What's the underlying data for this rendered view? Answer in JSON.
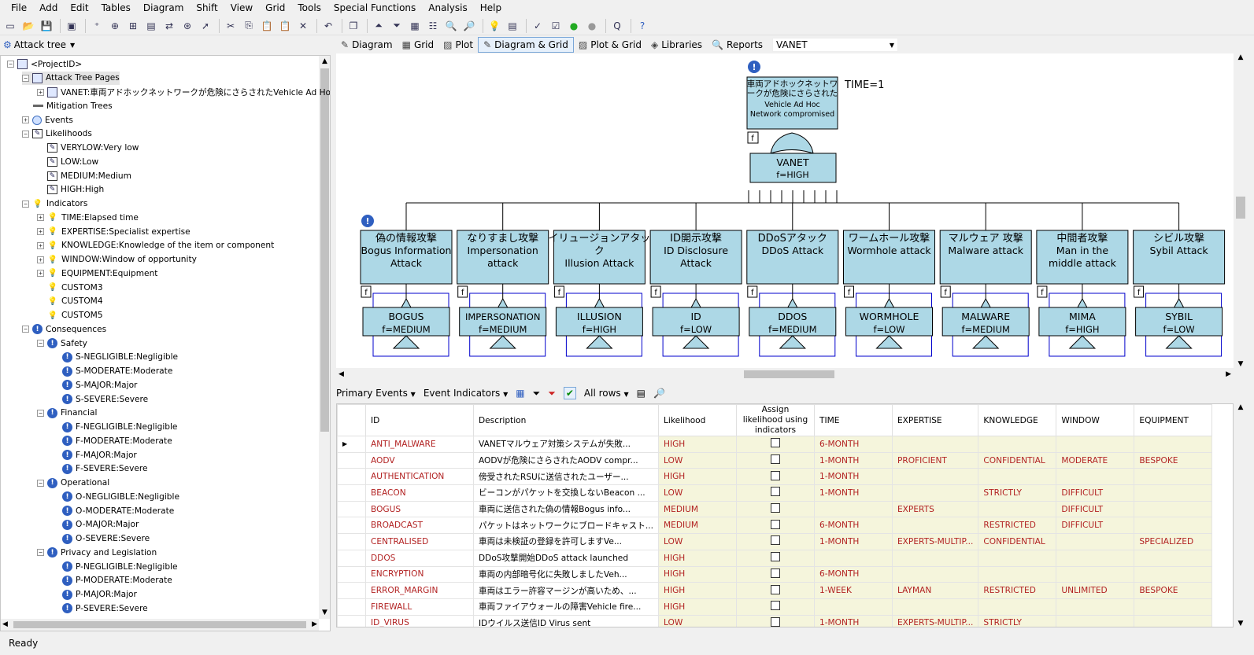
{
  "menu": [
    "File",
    "Add",
    "Edit",
    "Tables",
    "Diagram",
    "Shift",
    "View",
    "Grid",
    "Tools",
    "Special Functions",
    "Analysis",
    "Help"
  ],
  "left_header": {
    "label": "Attack tree"
  },
  "tree": [
    {
      "level": 0,
      "exp": "-",
      "icon": "page",
      "label": "<ProjectID>"
    },
    {
      "level": 1,
      "exp": "-",
      "icon": "page",
      "label": "Attack Tree Pages"
    },
    {
      "level": 2,
      "exp": "+",
      "icon": "page",
      "label": "VANET:車両アドホックネットワークが危険にさらされたVehicle Ad Hoc Network compromised"
    },
    {
      "level": 1,
      "exp": "",
      "icon": "mit",
      "label": "Mitigation Trees"
    },
    {
      "level": 1,
      "exp": "+",
      "icon": "circ",
      "label": "Events"
    },
    {
      "level": 1,
      "exp": "-",
      "icon": "lik",
      "label": "Likelihoods"
    },
    {
      "level": 2,
      "exp": "",
      "icon": "lik",
      "label": "VERYLOW:Very low"
    },
    {
      "level": 2,
      "exp": "",
      "icon": "lik",
      "label": "LOW:Low"
    },
    {
      "level": 2,
      "exp": "",
      "icon": "lik",
      "label": "MEDIUM:Medium"
    },
    {
      "level": 2,
      "exp": "",
      "icon": "lik",
      "label": "HIGH:High"
    },
    {
      "level": 1,
      "exp": "-",
      "icon": "bulb",
      "label": "Indicators"
    },
    {
      "level": 2,
      "exp": "+",
      "icon": "bulb",
      "label": "TIME:Elapsed time"
    },
    {
      "level": 2,
      "exp": "+",
      "icon": "bulb",
      "label": "EXPERTISE:Specialist expertise"
    },
    {
      "level": 2,
      "exp": "+",
      "icon": "bulb",
      "label": "KNOWLEDGE:Knowledge of the item or component"
    },
    {
      "level": 2,
      "exp": "+",
      "icon": "bulb",
      "label": "WINDOW:Window of opportunity"
    },
    {
      "level": 2,
      "exp": "+",
      "icon": "bulb",
      "label": "EQUIPMENT:Equipment"
    },
    {
      "level": 2,
      "exp": "",
      "icon": "bulbg",
      "label": "CUSTOM3"
    },
    {
      "level": 2,
      "exp": "",
      "icon": "bulbg",
      "label": "CUSTOM4"
    },
    {
      "level": 2,
      "exp": "",
      "icon": "bulbg",
      "label": "CUSTOM5"
    },
    {
      "level": 1,
      "exp": "-",
      "icon": "cons",
      "label": "Consequences"
    },
    {
      "level": 2,
      "exp": "-",
      "icon": "cons",
      "label": "Safety"
    },
    {
      "level": 3,
      "exp": "",
      "icon": "cons",
      "label": "S-NEGLIGIBLE:Negligible"
    },
    {
      "level": 3,
      "exp": "",
      "icon": "cons",
      "label": "S-MODERATE:Moderate"
    },
    {
      "level": 3,
      "exp": "",
      "icon": "cons",
      "label": "S-MAJOR:Major"
    },
    {
      "level": 3,
      "exp": "",
      "icon": "cons",
      "label": "S-SEVERE:Severe"
    },
    {
      "level": 2,
      "exp": "-",
      "icon": "cons",
      "label": "Financial"
    },
    {
      "level": 3,
      "exp": "",
      "icon": "cons",
      "label": "F-NEGLIGIBLE:Negligible"
    },
    {
      "level": 3,
      "exp": "",
      "icon": "cons",
      "label": "F-MODERATE:Moderate"
    },
    {
      "level": 3,
      "exp": "",
      "icon": "cons",
      "label": "F-MAJOR:Major"
    },
    {
      "level": 3,
      "exp": "",
      "icon": "cons",
      "label": "F-SEVERE:Severe"
    },
    {
      "level": 2,
      "exp": "-",
      "icon": "cons",
      "label": "Operational"
    },
    {
      "level": 3,
      "exp": "",
      "icon": "cons",
      "label": "O-NEGLIGIBLE:Negligible"
    },
    {
      "level": 3,
      "exp": "",
      "icon": "cons",
      "label": "O-MODERATE:Moderate"
    },
    {
      "level": 3,
      "exp": "",
      "icon": "cons",
      "label": "O-MAJOR:Major"
    },
    {
      "level": 3,
      "exp": "",
      "icon": "cons",
      "label": "O-SEVERE:Severe"
    },
    {
      "level": 2,
      "exp": "-",
      "icon": "cons",
      "label": "Privacy and Legislation"
    },
    {
      "level": 3,
      "exp": "",
      "icon": "cons",
      "label": "P-NEGLIGIBLE:Negligible"
    },
    {
      "level": 3,
      "exp": "",
      "icon": "cons",
      "label": "P-MODERATE:Moderate"
    },
    {
      "level": 3,
      "exp": "",
      "icon": "cons",
      "label": "P-MAJOR:Major"
    },
    {
      "level": 3,
      "exp": "",
      "icon": "cons",
      "label": "P-SEVERE:Severe"
    }
  ],
  "tabs": [
    {
      "label": "Diagram",
      "icon": "pencil-icon",
      "active": false
    },
    {
      "label": "Grid",
      "icon": "grid-icon",
      "active": false
    },
    {
      "label": "Plot",
      "icon": "plot-icon",
      "active": false
    },
    {
      "label": "Diagram & Grid",
      "icon": "pencil-icon",
      "active": true
    },
    {
      "label": "Plot & Grid",
      "icon": "plot-icon",
      "active": false
    },
    {
      "label": "Libraries",
      "icon": "books-icon",
      "active": false
    },
    {
      "label": "Reports",
      "icon": "magnifier-icon",
      "active": false
    }
  ],
  "page_combo": {
    "value": "VANET"
  },
  "diagram": {
    "top_event": {
      "line1": "車両アドホックネットワ",
      "line2": "ークが危険にさらされた",
      "line3": "Vehicle Ad Hoc",
      "line4": "Network compromised"
    },
    "time_label": "TIME=1",
    "gate": {
      "id": "VANET",
      "f": "f=HIGH"
    },
    "f_marker": "f",
    "children": [
      {
        "l1": "偽の情報攻撃",
        "l2": "Bogus Information",
        "l3": "Attack",
        "gid": "BOGUS",
        "gf": "f=MEDIUM"
      },
      {
        "l1": "なりすまし攻撃",
        "l2": "Impersonation",
        "l3": "attack",
        "gid": "IMPERSONATION",
        "gf": "f=MEDIUM"
      },
      {
        "l1": "イリュージョンアタッ",
        "l2": "ク",
        "l3": "Illusion Attack",
        "gid": "ILLUSION",
        "gf": "f=HIGH"
      },
      {
        "l1": "ID開示攻撃",
        "l2": "ID Disclosure",
        "l3": "Attack",
        "gid": "ID",
        "gf": "f=LOW"
      },
      {
        "l1": "DDoSアタック",
        "l2": "DDoS Attack",
        "l3": "",
        "gid": "DDOS",
        "gf": "f=MEDIUM"
      },
      {
        "l1": "ワームホール攻撃",
        "l2": "Wormhole attack",
        "l3": "",
        "gid": "WORMHOLE",
        "gf": "f=LOW"
      },
      {
        "l1": "マルウェア 攻撃",
        "l2": "Malware attack",
        "l3": "",
        "gid": "MALWARE",
        "gf": "f=MEDIUM"
      },
      {
        "l1": "中間者攻撃",
        "l2": "Man in the",
        "l3": "middle attack",
        "gid": "MIMA",
        "gf": "f=HIGH"
      },
      {
        "l1": "シビル攻撃",
        "l2": "Sybil Attack",
        "l3": "",
        "gid": "SYBIL",
        "gf": "f=LOW"
      }
    ],
    "colors": {
      "node": "#add8e6",
      "line": "#000000",
      "sub": "#0000cc"
    }
  },
  "grid_toolbar": {
    "primary": "Primary Events",
    "indicators": "Event Indicators",
    "rows": "All rows"
  },
  "grid": {
    "columns": [
      "ID",
      "Description",
      "Likelihood",
      "Assign likelihood using indicators",
      "TIME",
      "EXPERTISE",
      "KNOWLEDGE",
      "WINDOW",
      "EQUIPMENT"
    ],
    "rows": [
      [
        "ANTI_MALWARE",
        "VANETマルウェア対策システムが失敗...",
        "HIGH",
        "",
        "6-MONTH",
        "",
        "",
        "",
        ""
      ],
      [
        "AODV",
        "AODVが危険にさらされたAODV compr...",
        "LOW",
        "",
        "1-MONTH",
        "PROFICIENT",
        "CONFIDENTIAL",
        "MODERATE",
        "BESPOKE"
      ],
      [
        "AUTHENTICATION",
        "傍受されたRSUに送信されたユーザー...",
        "HIGH",
        "",
        "1-MONTH",
        "",
        "",
        "",
        ""
      ],
      [
        "BEACON",
        "ビーコンがパケットを交換しないBeacon ...",
        "LOW",
        "",
        "1-MONTH",
        "",
        "STRICTLY",
        "DIFFICULT",
        ""
      ],
      [
        "BOGUS",
        "車両に送信された偽の情報Bogus info...",
        "MEDIUM",
        "",
        "",
        "EXPERTS",
        "",
        "DIFFICULT",
        ""
      ],
      [
        "BROADCAST",
        "パケットはネットワークにブロードキャスト...",
        "MEDIUM",
        "",
        "6-MONTH",
        "",
        "RESTRICTED",
        "DIFFICULT",
        ""
      ],
      [
        "CENTRALISED",
        "車両は未検証の登録を許可しますVe...",
        "LOW",
        "",
        "1-MONTH",
        "EXPERTS-MULTIP...",
        "CONFIDENTIAL",
        "",
        "SPECIALIZED"
      ],
      [
        "DDOS",
        "DDoS攻撃開始DDoS attack launched",
        "HIGH",
        "",
        "",
        "",
        "",
        "",
        ""
      ],
      [
        "ENCRYPTION",
        "車両の内部暗号化に失敗しましたVeh...",
        "HIGH",
        "",
        "6-MONTH",
        "",
        "",
        "",
        ""
      ],
      [
        "ERROR_MARGIN",
        "車両はエラー許容マージンが高いため、...",
        "HIGH",
        "",
        "1-WEEK",
        "LAYMAN",
        "RESTRICTED",
        "UNLIMITED",
        "BESPOKE"
      ],
      [
        "FIREWALL",
        "車両ファイアウォールの障害Vehicle fire...",
        "HIGH",
        "",
        "",
        "",
        "",
        "",
        ""
      ],
      [
        "ID_VIRUS",
        "IDウイルス送信ID Virus sent",
        "LOW",
        "",
        "1-MONTH",
        "EXPERTS-MULTIP...",
        "STRICTLY",
        "",
        ""
      ]
    ]
  },
  "status": {
    "text": "Ready"
  }
}
